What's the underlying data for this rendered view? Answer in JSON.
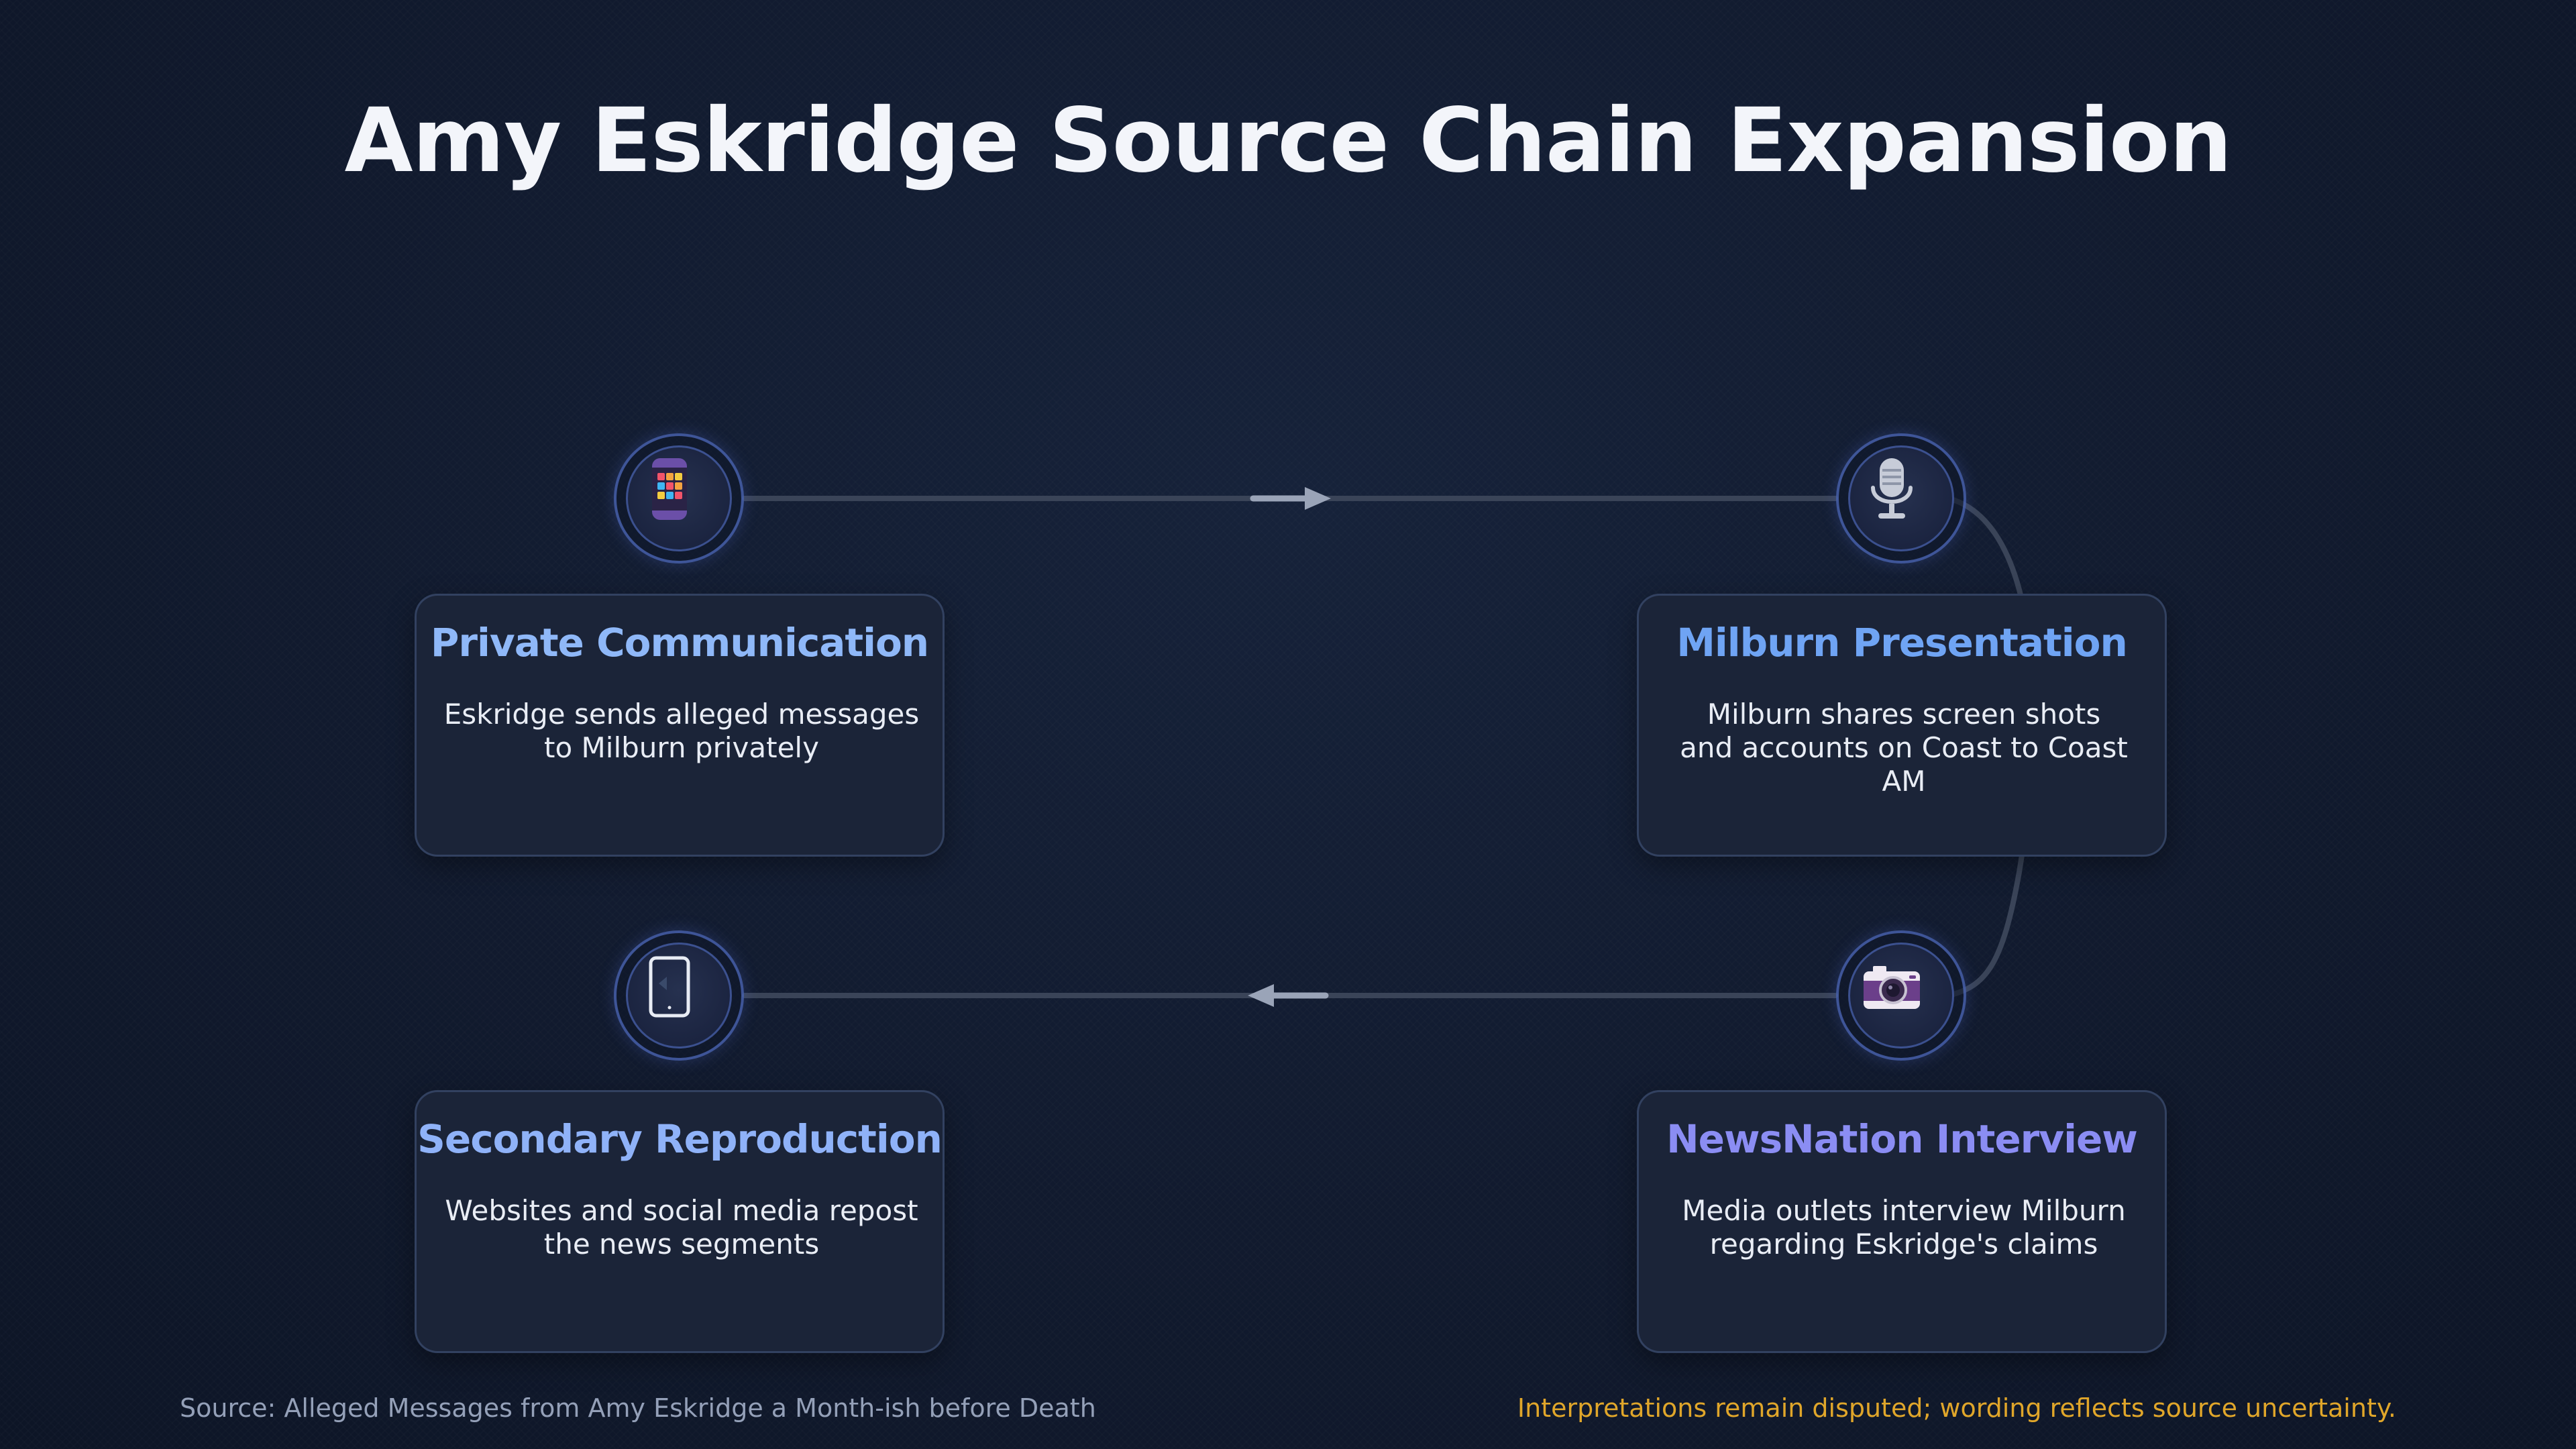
{
  "title": "Amy Eskridge Source Chain Expansion",
  "colors": {
    "background": "#111a2e",
    "card": "#1b2438",
    "connector": "#3a4458",
    "arrow": "#9aa4b8",
    "title_blue_1": "#8fb8f8",
    "title_blue_2": "#6fa4f4",
    "title_blue_3": "#8fb2f8",
    "title_indigo": "#8b8df3",
    "caveat": "#e0a62a"
  },
  "nodes": [
    {
      "id": "private-communication",
      "icon": "calculator-grid-icon",
      "title": "Private Communication",
      "description": [
        "Eskridge sends alleged messages",
        "to Milburn privately"
      ],
      "title_color": "#8fb8f8"
    },
    {
      "id": "milburn-presentation",
      "icon": "microphone-icon",
      "title": "Milburn Presentation",
      "description": [
        "Milburn shares screen shots",
        "and accounts on Coast to Coast AM"
      ],
      "title_color": "#6fa4f4"
    },
    {
      "id": "newsnation-interview",
      "icon": "camera-icon",
      "title": "NewsNation Interview",
      "description": [
        "Media outlets interview Milburn",
        "regarding Eskridge's claims"
      ],
      "title_color": "#8b8df3"
    },
    {
      "id": "secondary-reproduction",
      "icon": "tablet-icon",
      "title": "Secondary Reproduction",
      "description": [
        "Websites and social media repost",
        "the news segments"
      ],
      "title_color": "#8fb2f8"
    }
  ],
  "footer": {
    "source": "Source: Alleged Messages from Amy Eskridge a Month-ish before Death",
    "caveat": "Interpretations remain disputed; wording reflects source uncertainty."
  }
}
